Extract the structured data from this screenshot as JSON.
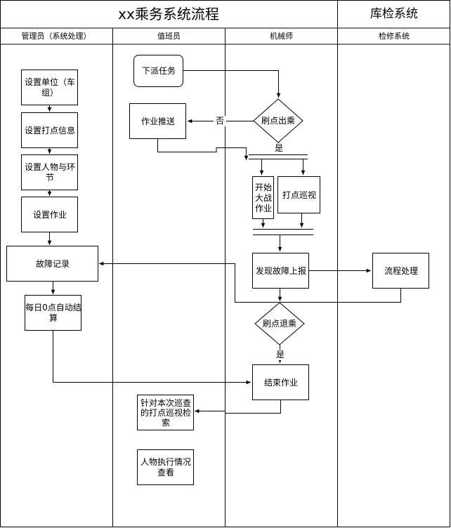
{
  "header": {
    "main_title": "xx乘务系统流程",
    "side_title": "库检系统"
  },
  "lanes": {
    "admin": "管理员（系统处理）",
    "duty": "值班员",
    "mechanic": "机械师",
    "repair": "检修系统"
  },
  "nodes": {
    "set_unit": "设置单位（车组）",
    "set_checkpoint": "设置打点信息",
    "set_people": "设置人物与环节",
    "set_job": "设置作业",
    "fault_record": "故障记录",
    "daily_settle": "每日0点自动结算",
    "dispatch": "下派任务",
    "job_push": "作业推送",
    "swipe_out": "刷点出乘",
    "start_battle": "开始大战作业",
    "patrol": "打点巡视",
    "report_fault": "发现故障上报",
    "flow_process": "流程处理",
    "swipe_back": "刷点退乘",
    "end_job": "结束作业",
    "patrol_search": "针对本次巡查的打点巡视检索",
    "people_view": "人物执行情况查看"
  },
  "edges": {
    "no": "否",
    "yes": "是"
  },
  "colors": {
    "stroke": "#000000",
    "background": "#ffffff"
  }
}
